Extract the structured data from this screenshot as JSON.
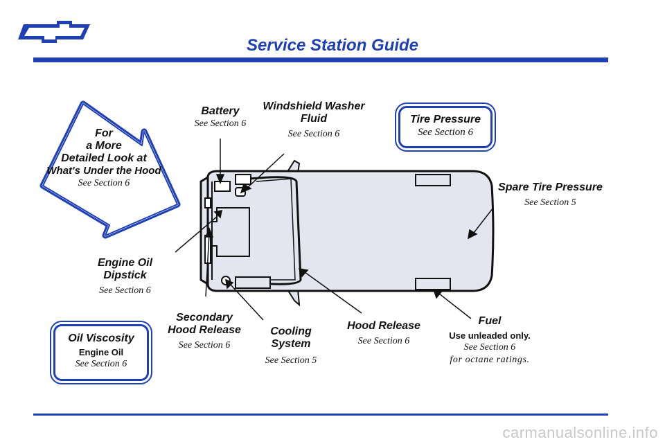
{
  "header": {
    "title": "Service Station Guide",
    "logo_icon": "bowtie-logo-icon",
    "accent_color": "#1f3fb4"
  },
  "callouts": {
    "under_hood": {
      "line1": "For",
      "line2": "a More",
      "line3": "Detailed Look at",
      "line4": "What's Under the Hood",
      "section": "See Section 6"
    },
    "battery": {
      "label": "Battery",
      "section": "See Section 6"
    },
    "washer": {
      "line1": "Windshield Washer",
      "line2": "Fluid",
      "section": "See Section 6"
    },
    "tire_pressure": {
      "label": "Tire Pressure",
      "section": "See Section 6"
    },
    "spare_tire": {
      "label": "Spare Tire Pressure",
      "section": "See Section 5"
    },
    "dipstick": {
      "label": "Engine Oil Dipstick",
      "section": "See Section 6"
    },
    "secondary_release": {
      "line1": "Secondary",
      "line2": "Hood Release",
      "section": "See Section 6"
    },
    "cooling": {
      "label": "Cooling System",
      "section": "See Section 5"
    },
    "hood_release": {
      "label": "Hood Release",
      "section": "See Section 6"
    },
    "fuel": {
      "label": "Fuel",
      "note": "Use unleaded only.",
      "section": "See Section 6",
      "extra": "for octane ratings."
    },
    "oil_viscosity": {
      "label": "Oil Viscosity",
      "note": "Engine Oil",
      "section": "See Section 6"
    }
  },
  "footer": {
    "watermark": "carmanualsonline.info"
  }
}
